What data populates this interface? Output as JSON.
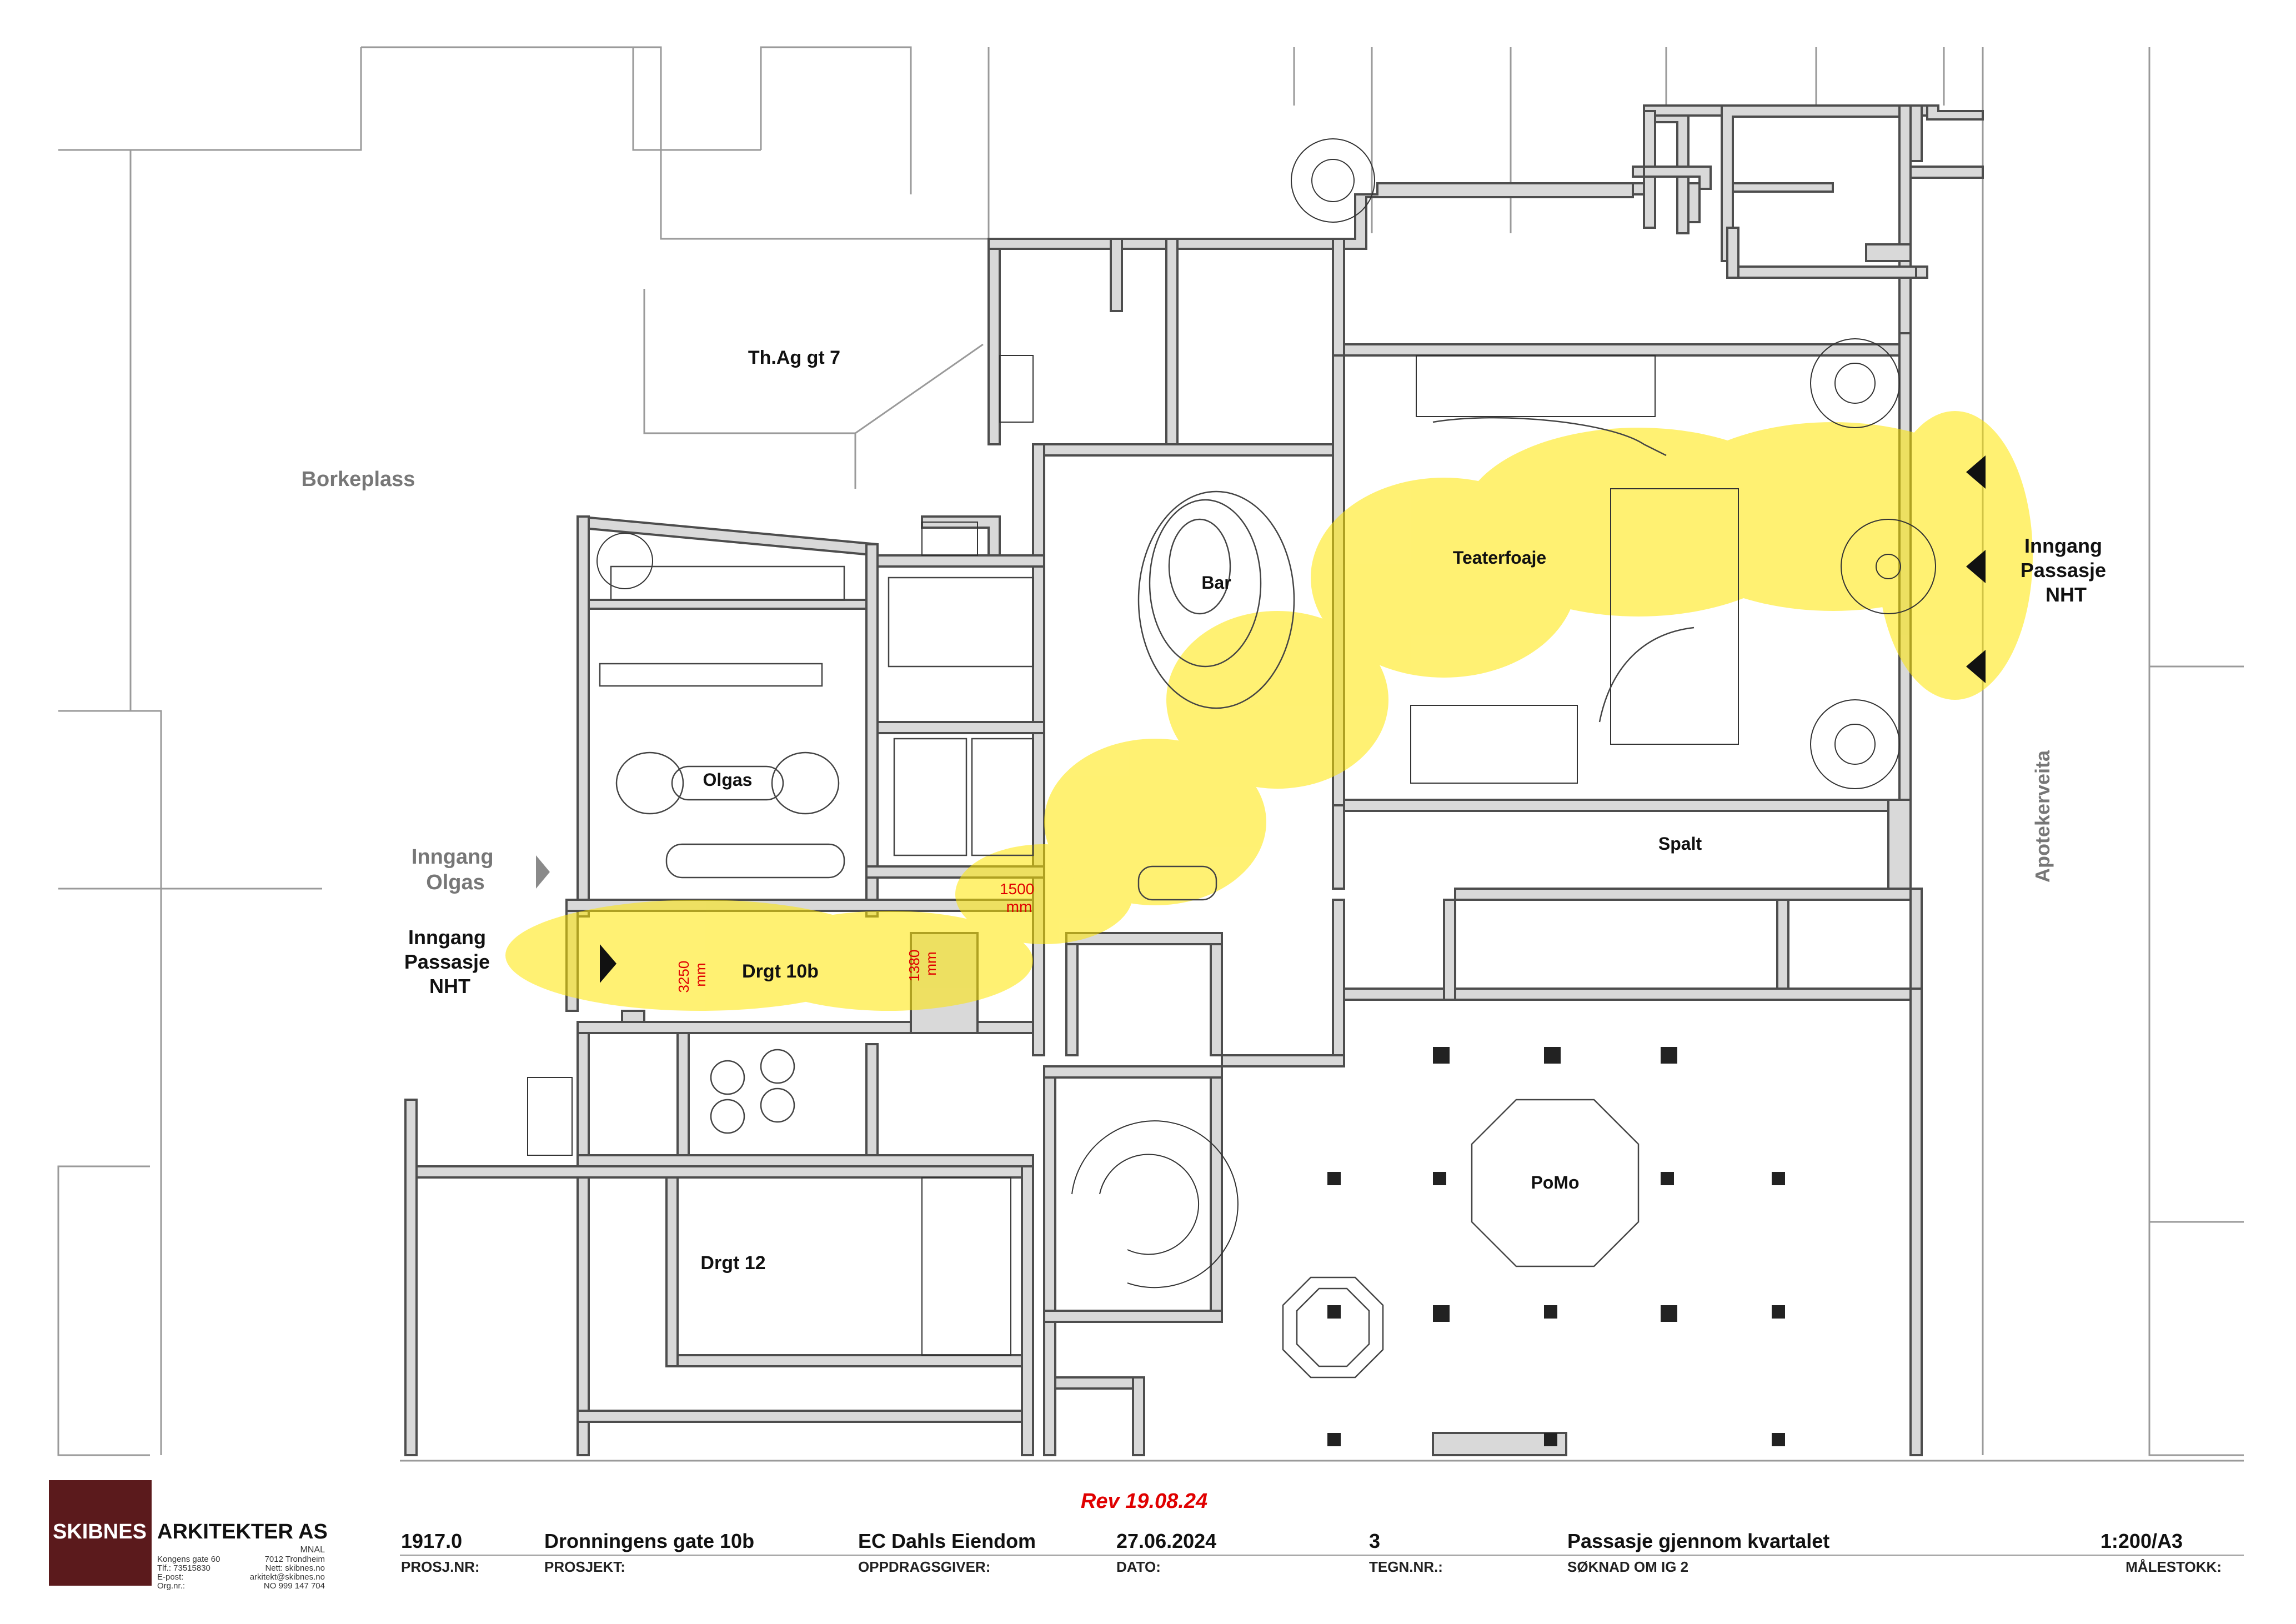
{
  "rooms": {
    "th_ag_gt_7": "Th.Ag gt 7",
    "bar": "Bar",
    "teaterfoaje": "Teaterfoaje",
    "olgas": "Olgas",
    "drgt_10b": "Drgt 10b",
    "spalt": "Spalt",
    "pomo": "PoMo",
    "drgt_12": "Drgt 12"
  },
  "context_labels": {
    "borkeplass": "Borkeplass",
    "apotekerveita": "Apotekerveita",
    "inngang_olgas": [
      "Inngang",
      "Olgas"
    ]
  },
  "entrances": {
    "west": [
      "Inngang",
      "Passasje",
      "NHT"
    ],
    "east": [
      "Inngang",
      "Passasje",
      "NHT"
    ]
  },
  "dimensions": {
    "d1500": [
      "1500",
      "mm"
    ],
    "d3250": [
      "3250",
      "mm"
    ],
    "d1380": [
      "1380",
      "mm"
    ]
  },
  "colors": {
    "passage_highlight": "#ffe600",
    "wall": "#d9d9d9",
    "logo_bg": "#5b1a1c",
    "revision": "#e00000"
  },
  "logo": {
    "left": "SKIBNES",
    "right": "ARKITEKTER AS",
    "sub": "MNAL",
    "contact": [
      [
        "Kongens gate 60",
        "7012 Trondheim"
      ],
      [
        "Tlf.: 73515830",
        "Nett: skibnes.no"
      ],
      [
        "E-post:",
        "arkitekt@skibnes.no"
      ],
      [
        "Org.nr.:",
        "NO 999 147 704"
      ]
    ]
  },
  "title_block": {
    "revision": "Rev 19.08.24",
    "project_number": {
      "value": "1917.0",
      "caption": "PROSJ.NR:"
    },
    "project": {
      "value": "Dronningens gate 10b",
      "caption": "PROSJEKT:"
    },
    "client": {
      "value": "EC Dahls Eiendom",
      "caption": "OPPDRAGSGIVER:"
    },
    "date": {
      "value": "27.06.2024",
      "caption": "DATO:"
    },
    "drawing_number": {
      "value": "3",
      "caption": "TEGN.NR.:"
    },
    "title": {
      "value": "Passasje gjennom kvartalet",
      "caption": "SØKNAD OM IG 2"
    },
    "scale": {
      "value": "1:200/A3",
      "caption": "MÅLESTOKK:"
    }
  }
}
